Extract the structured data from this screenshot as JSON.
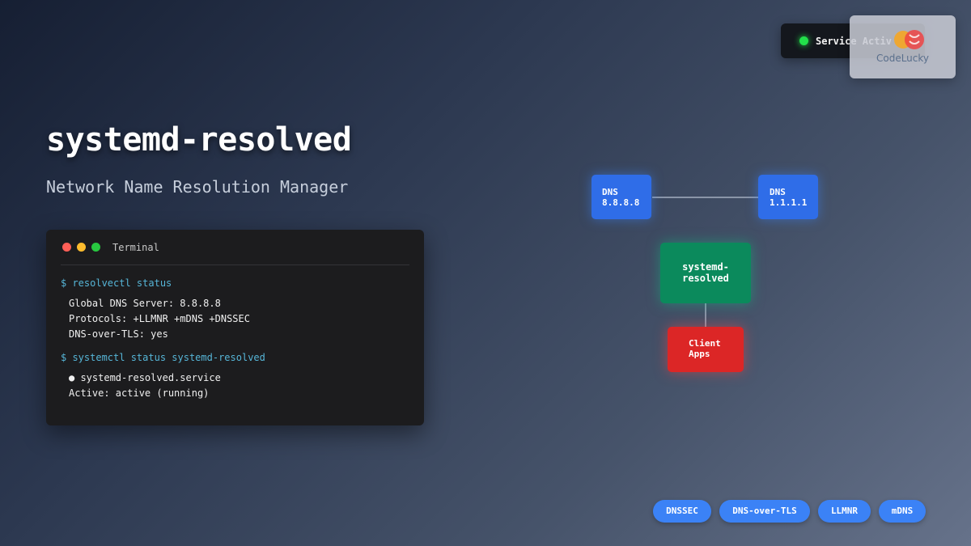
{
  "hero": {
    "title": "systemd-resolved",
    "subtitle": "Network Name Resolution Manager"
  },
  "terminal": {
    "title": "Terminal",
    "command1": "$ resolvectl status",
    "output1": [
      "Global DNS Server: 8.8.8.8",
      "Protocols: +LLMNR +mDNS +DNSSEC",
      "DNS-over-TLS: yes"
    ],
    "command2": "$ systemctl status systemd-resolved",
    "output2": [
      "● systemd-resolved.service",
      "Active: active (running)"
    ]
  },
  "status": {
    "text": "Service Activ",
    "indicator_color": "#22e04a"
  },
  "logo": {
    "text": "CodeLucky"
  },
  "diagram": {
    "dns_left": {
      "line1": "DNS",
      "line2": "8.8.8.8"
    },
    "dns_right": {
      "line1": "DNS",
      "line2": "1.1.1.1"
    },
    "resolver": {
      "line1": "systemd-",
      "line2": "resolved"
    },
    "client": {
      "line1": "Client",
      "line2": "Apps"
    }
  },
  "tags": [
    "DNSSEC",
    "DNS-over-TLS",
    "LLMNR",
    "mDNS"
  ],
  "colors": {
    "accent_blue": "#3b82f6",
    "resolver_green": "#0b8a5c",
    "client_red": "#dc2626",
    "command_cyan": "#56b6d8"
  }
}
